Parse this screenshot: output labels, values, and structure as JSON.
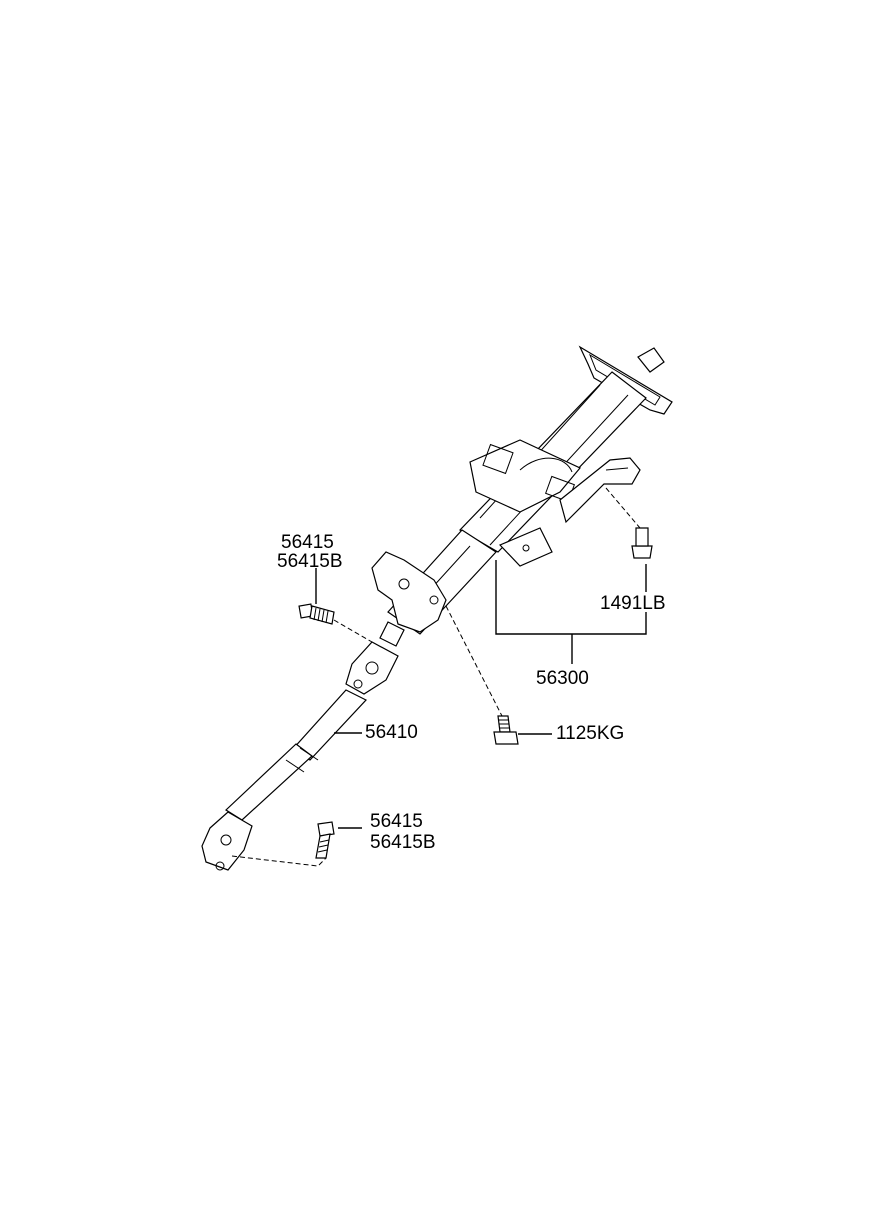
{
  "parts": {
    "bolt_upper_a": "56415",
    "bolt_upper_b": "56415B",
    "clip": "1491LB",
    "column_assembly": "56300",
    "shaft": "56410",
    "bolt_mount": "1125KG",
    "bolt_lower_a": "56415",
    "bolt_lower_b": "56415B"
  }
}
